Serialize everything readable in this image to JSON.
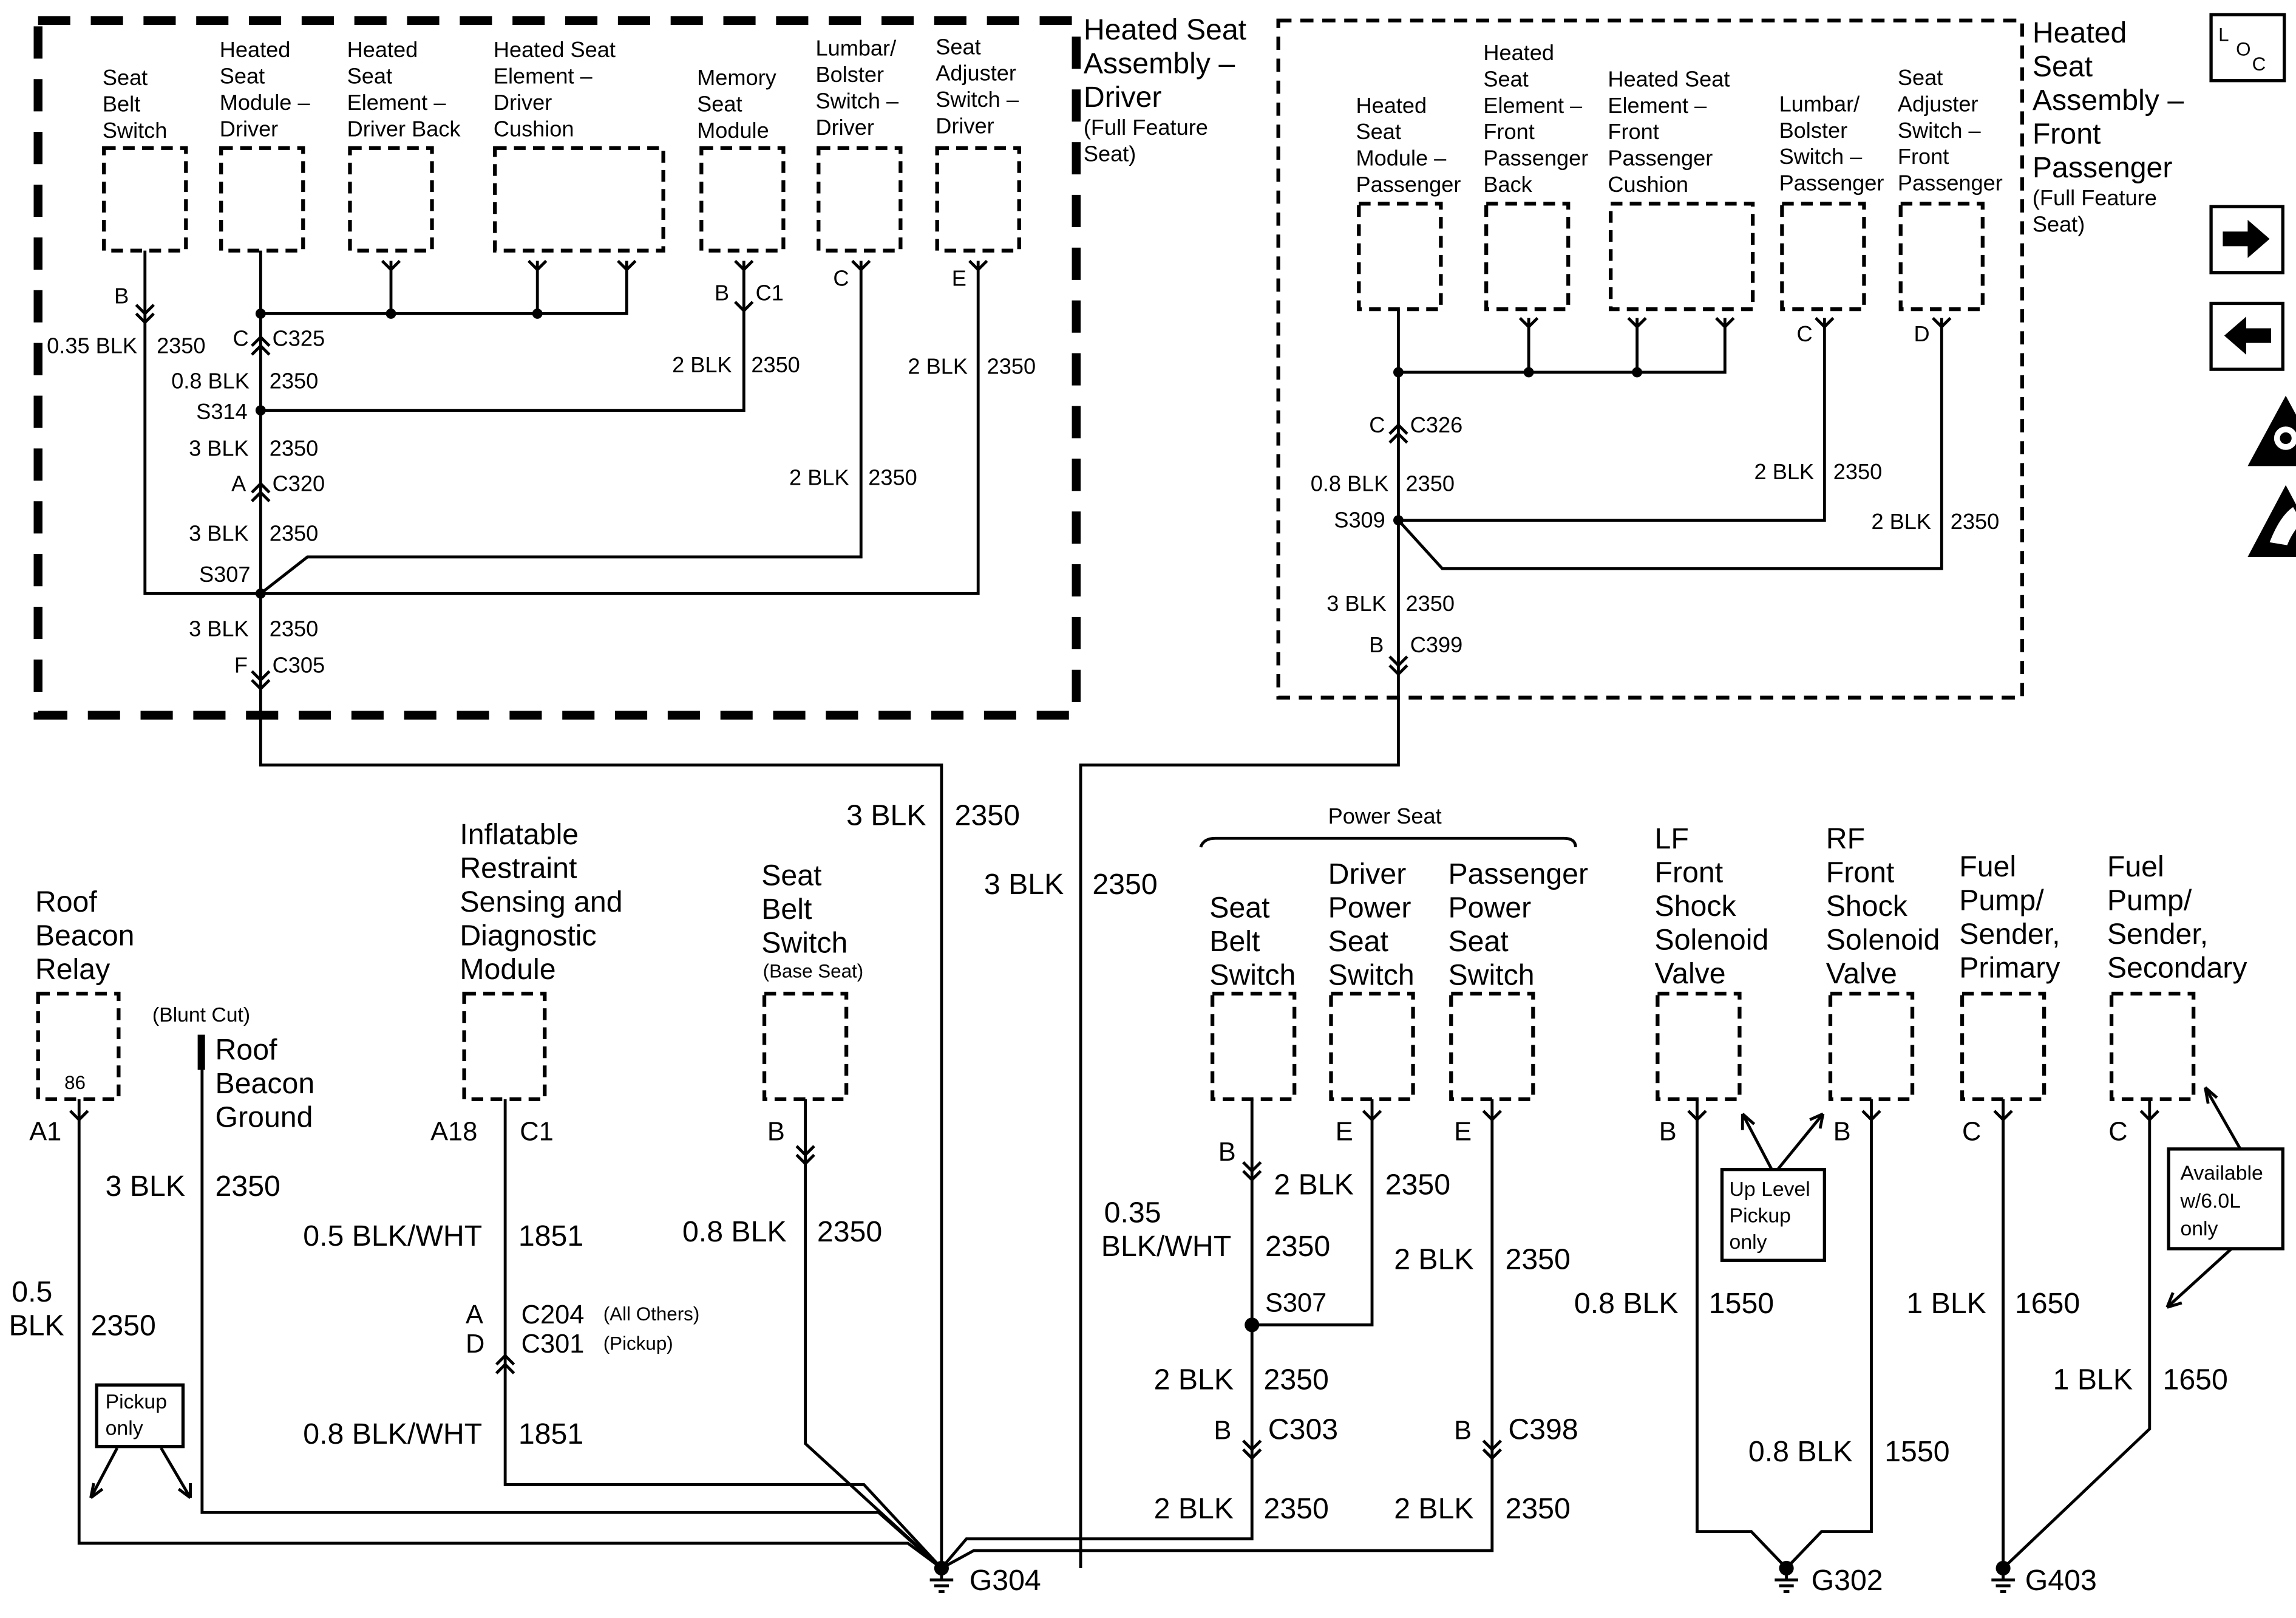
{
  "driver_assembly": {
    "title": [
      "Heated Seat",
      "Assembly –",
      "Driver"
    ],
    "subtitle": [
      "(Full Feature",
      "Seat)"
    ],
    "components": {
      "seat_belt_switch": [
        "Seat",
        "Belt",
        "Switch"
      ],
      "heated_seat_module": [
        "Heated",
        "Seat",
        "Module –",
        "Driver"
      ],
      "element_back": [
        "Heated",
        "Seat",
        "Element –",
        "Driver Back"
      ],
      "element_cushion": [
        "Heated Seat",
        "Element –",
        "Driver",
        "Cushion"
      ],
      "memory_seat_module": [
        "Memory",
        "Seat",
        "Module"
      ],
      "lumbar_switch": [
        "Lumbar/",
        "Bolster",
        "Switch –",
        "Driver"
      ],
      "seat_adjuster": [
        "Seat",
        "Adjuster",
        "Switch –",
        "Driver"
      ]
    },
    "wires": {
      "w1": "0.35 BLK",
      "w1c": "2350",
      "w2": "0.8 BLK",
      "w2c": "2350",
      "w3": "3 BLK",
      "w3c": "2350",
      "w4": "3 BLK",
      "w4c": "2350",
      "w5": "3 BLK",
      "w5c": "2350",
      "w6": "2 BLK",
      "w6c": "2350",
      "w7": "2 BLK",
      "w7c": "2350",
      "w8": "2 BLK",
      "w8c": "2350"
    },
    "pins": {
      "b1": "B",
      "c325_pin": "C",
      "c325": "C325",
      "b_mem": "B",
      "c1_mem": "C1",
      "c_lum": "C",
      "e_adj": "E",
      "a_c320": "A",
      "c320": "C320",
      "f_c305": "F",
      "c305": "C305",
      "s314": "S314",
      "s307": "S307"
    }
  },
  "passenger_assembly": {
    "title": [
      "Heated",
      "Seat",
      "Assembly –",
      "Front",
      "Passenger"
    ],
    "subtitle": [
      "(Full Feature",
      "Seat)"
    ],
    "components": {
      "heated_seat_module": [
        "Heated",
        "Seat",
        "Module –",
        "Passenger"
      ],
      "element_back": [
        "Heated",
        "Seat",
        "Element –",
        "Front",
        "Passenger",
        "Back"
      ],
      "element_cushion": [
        "Heated Seat",
        "Element –",
        "Front",
        "Passenger",
        "Cushion"
      ],
      "lumbar_switch": [
        "Lumbar/",
        "Bolster",
        "Switch –",
        "Passenger"
      ],
      "seat_adjuster": [
        "Seat",
        "Adjuster",
        "Switch –",
        "Front",
        "Passenger"
      ]
    },
    "wires": {
      "w1": "0.8 BLK",
      "w1c": "2350",
      "w2": "2 BLK",
      "w2c": "2350",
      "w3": "2 BLK",
      "w3c": "2350",
      "w4": "3 BLK",
      "w4c": "2350"
    },
    "pins": {
      "c_c326": "C",
      "c326": "C326",
      "c_lum": "C",
      "d_adj": "D",
      "s309": "S309",
      "b_c399": "B",
      "c399": "C399"
    }
  },
  "main_wires": {
    "driver_to_g304": "3 BLK",
    "driver_to_g304_c": "2350",
    "pass_to_g304": "3 BLK",
    "pass_to_g304_c": "2350"
  },
  "lower": {
    "roof_beacon_relay": [
      "Roof",
      "Beacon",
      "Relay"
    ],
    "relay_pin": "86",
    "relay_a1": "A1",
    "relay_wire": [
      "0.5",
      "BLK"
    ],
    "relay_wire_c": "2350",
    "pickup_only": [
      "Pickup",
      "only"
    ],
    "blunt_cut": "(Blunt Cut)",
    "roof_ground": [
      "Roof",
      "Beacon",
      "Ground"
    ],
    "roof_ground_wire": "3 BLK",
    "roof_ground_wire_c": "2350",
    "irsdm": [
      "Inflatable",
      "Restraint",
      "Sensing and",
      "Diagnostic",
      "Module"
    ],
    "irsdm_a18": "A18",
    "irsdm_c1": "C1",
    "irsdm_w1": "0.5 BLK/WHT",
    "irsdm_w1c": "1851",
    "irsdm_pa": "A",
    "irsdm_pd": "D",
    "c204": "C204",
    "c204_note": "(All Others)",
    "c301": "C301",
    "c301_note": "(Pickup)",
    "irsdm_w2": "0.8 BLK/WHT",
    "irsdm_w2c": "1851",
    "base_belt": [
      "Seat",
      "Belt",
      "Switch"
    ],
    "base_belt_note": "(Base Seat)",
    "base_belt_pin": "B",
    "base_belt_wire": "0.8 BLK",
    "base_belt_wire_c": "2350",
    "power_seat": "Power Seat",
    "ps_belt": [
      "Seat",
      "Belt",
      "Switch"
    ],
    "ps_driver": [
      "Driver",
      "Power",
      "Seat",
      "Switch"
    ],
    "ps_pass": [
      "Passenger",
      "Power",
      "Seat",
      "Switch"
    ],
    "ps_belt_pin": "B",
    "ps_driver_pin": "E",
    "ps_pass_pin": "E",
    "ps_w1": [
      "0.35",
      "BLK/WHT"
    ],
    "ps_w1c": "2350",
    "ps_w2": "2 BLK",
    "ps_w2c": "2350",
    "ps_w3": "2 BLK",
    "ps_w3c": "2350",
    "ps_s307": "S307",
    "ps_w4": "2 BLK",
    "ps_w4c": "2350",
    "ps_b_c303": "B",
    "c303": "C303",
    "ps_b_c398": "B",
    "c398": "C398",
    "ps_w5": "2 BLK",
    "ps_w5c": "2350",
    "ps_w6": "2 BLK",
    "ps_w6c": "2350",
    "g304": "G304",
    "lf_shock": [
      "LF",
      "Front",
      "Shock",
      "Solenoid",
      "Valve"
    ],
    "rf_shock": [
      "RF",
      "Front",
      "Shock",
      "Solenoid",
      "Valve"
    ],
    "lf_pin": "B",
    "rf_pin": "B",
    "up_level": [
      "Up Level",
      "Pickup",
      "only"
    ],
    "lf_wire": "0.8 BLK",
    "lf_wire_c": "1550",
    "rf_wire": "0.8 BLK",
    "rf_wire_c": "1550",
    "g302": "G302",
    "fuel_primary": [
      "Fuel",
      "Pump/",
      "Sender,",
      "Primary"
    ],
    "fuel_secondary": [
      "Fuel",
      "Pump/",
      "Sender,",
      "Secondary"
    ],
    "fp_pin": "C",
    "fs_pin": "C",
    "fp_wire": "1 BLK",
    "fp_wire_c": "1650",
    "fs_wire": "1 BLK",
    "fs_wire_c": "1650",
    "available": [
      "Available",
      "w/6.0L",
      "only"
    ],
    "g403": "G403"
  },
  "sidebar": {
    "loc": [
      "L",
      "O",
      "C"
    ],
    "next_icon": "arrow-right-icon",
    "prev_icon": "arrow-left-icon",
    "airbag_icon": "airbag-warning-icon",
    "esd_icon": "esd-warning-icon"
  }
}
